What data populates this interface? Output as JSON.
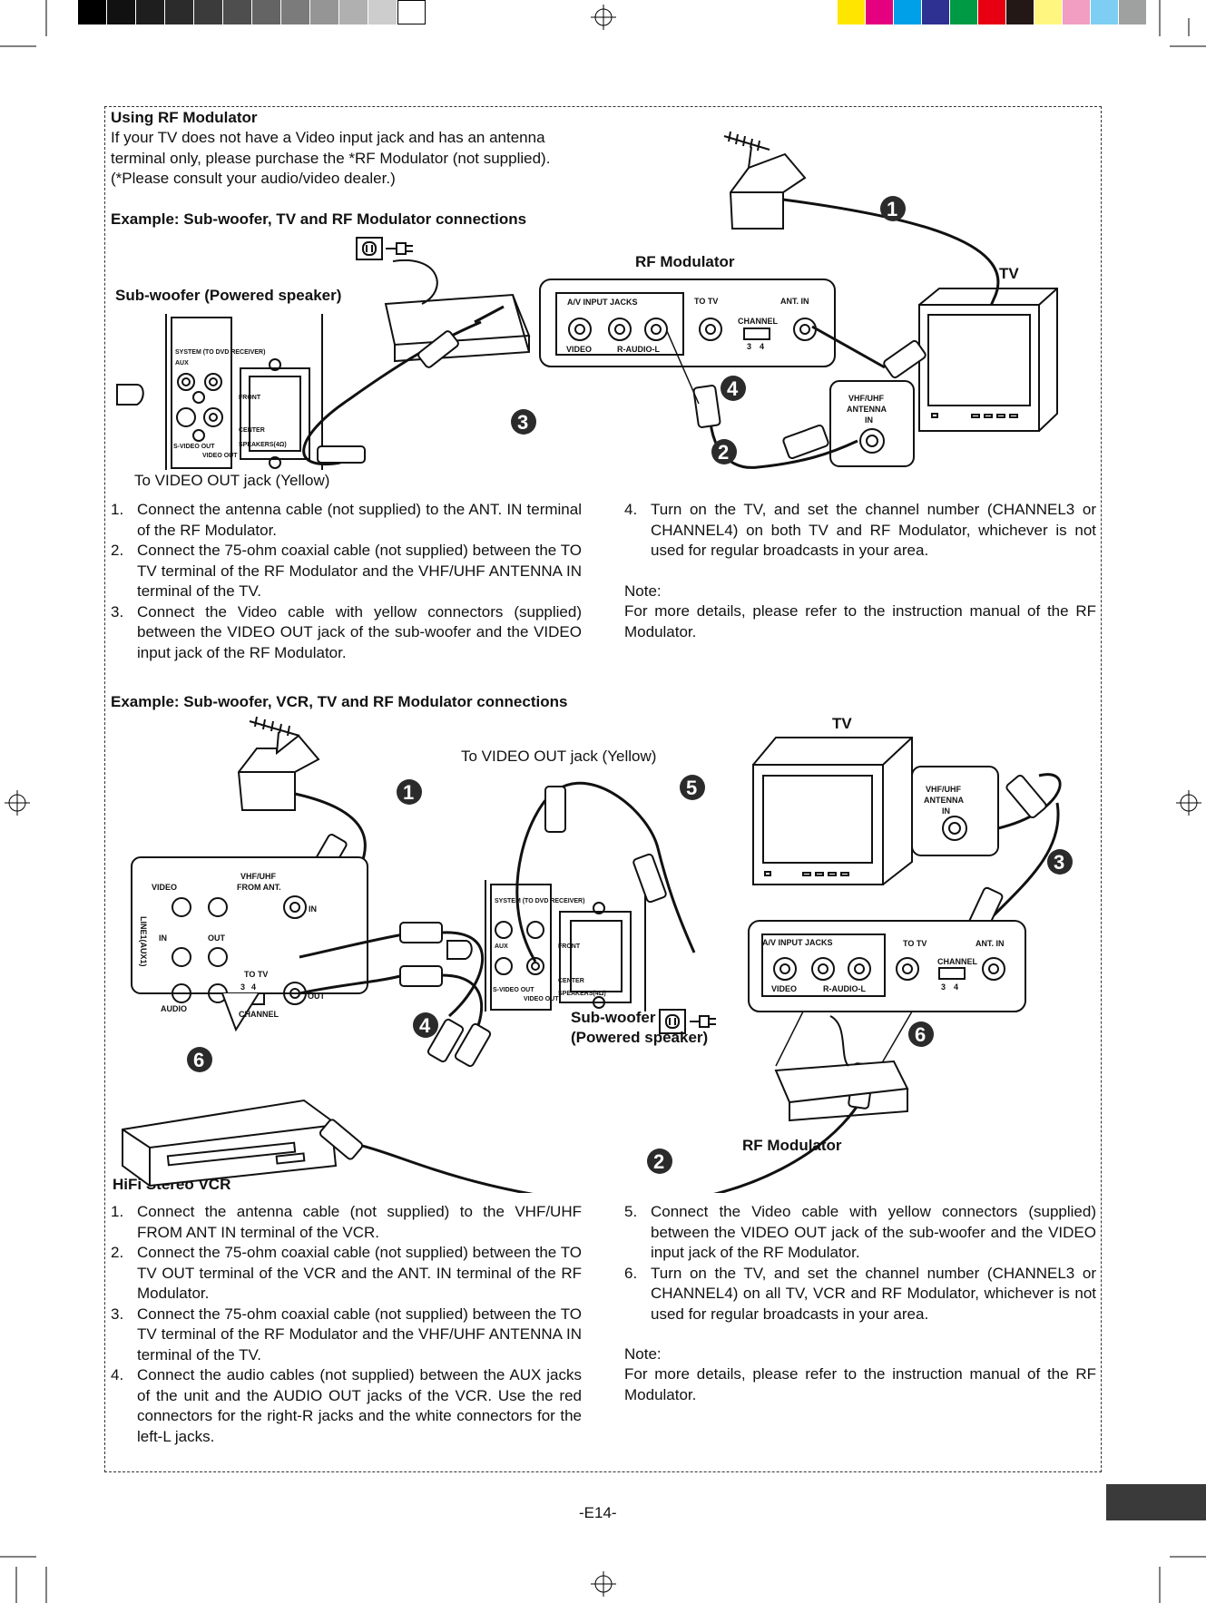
{
  "section1": {
    "title": "Using RF Modulator",
    "intro": [
      "If your TV does not have a Video input jack and has an antenna",
      "terminal only, please purchase the *RF Modulator (not supplied).",
      "(*Please consult your audio/video dealer.)"
    ],
    "example_title": "Example: Sub-woofer, TV and RF Modulator connections",
    "labels": {
      "rf_modulator": "RF Modulator",
      "tv": "TV",
      "subwoofer": "Sub-woofer (Powered speaker)",
      "video_out": "To VIDEO OUT jack (Yellow)"
    },
    "steps_left": [
      {
        "num": "1.",
        "text": "Connect the antenna cable (not supplied) to the ANT. IN terminal of the RF Modulator."
      },
      {
        "num": "2.",
        "text": "Connect the 75-ohm coaxial cable (not supplied) between the TO TV terminal of the RF Modulator and the VHF/UHF ANTENNA IN terminal of the TV."
      },
      {
        "num": "3.",
        "text": "Connect the Video cable with yellow connectors (supplied) between the VIDEO OUT jack of the sub-woofer and the VIDEO input jack of the RF Modulator."
      }
    ],
    "steps_right": [
      {
        "num": "4.",
        "text": "Turn on the TV, and set the channel number (CHANNEL3 or CHANNEL4) on both TV and RF Modulator, whichever is not used for regular broadcasts in your area."
      }
    ],
    "note_label": "Note:",
    "note_text": "For more details, please refer to the instruction manual of the RF Modulator."
  },
  "section2": {
    "example_title": "Example: Sub-woofer, VCR, TV and RF Modulator connections",
    "labels": {
      "tv": "TV",
      "video_out": "To VIDEO OUT jack (Yellow)",
      "subwoofer_line1": "Sub-woofer",
      "subwoofer_line2": "(Powered speaker)",
      "rf_modulator": "RF Modulator",
      "vcr": "HiFi Stereo VCR"
    },
    "steps_left": [
      {
        "num": "1.",
        "text": "Connect the antenna cable (not supplied) to the VHF/UHF FROM ANT IN terminal of the VCR."
      },
      {
        "num": "2.",
        "text": "Connect the 75-ohm coaxial cable (not supplied) between the TO TV OUT terminal of the VCR and the ANT. IN terminal of the RF Modulator."
      },
      {
        "num": "3.",
        "text": "Connect the 75-ohm coaxial cable (not supplied) between the TO TV terminal of the RF Modulator and the VHF/UHF ANTENNA IN terminal of the TV."
      },
      {
        "num": "4.",
        "text": "Connect the audio cables (not supplied) between the AUX jacks of the unit and the AUDIO OUT jacks of the VCR. Use the red connectors for the right-R jacks and the white connectors for the left-L jacks."
      }
    ],
    "steps_right": [
      {
        "num": "5.",
        "text": "Connect the Video cable with yellow connectors (supplied) between the VIDEO OUT jack of the sub-woofer and the VIDEO input jack of the RF Modulator."
      },
      {
        "num": "6.",
        "text": "Turn on the TV, and set the channel number (CHANNEL3 or CHANNEL4) on all TV, VCR and RF Modulator, whichever is not used for regular broadcasts in your area."
      }
    ],
    "note_label": "Note:",
    "note_text": "For more details, please refer to the instruction manual of the RF Modulator."
  },
  "panel_text": {
    "av_input_jacks": "A/V INPUT JACKS",
    "to_tv": "TO TV",
    "ant_in": "ANT. IN",
    "channel": "CHANNEL",
    "ch3": "3",
    "ch4": "4",
    "video": "VIDEO",
    "r_audio_l": "R-AUDIO-L",
    "vhf_uhf": "VHF/UHF",
    "antenna": "ANTENNA",
    "in": "IN",
    "from_ant": "FROM ANT.",
    "out": "OUT",
    "audio": "AUDIO",
    "line1": "LINE1(AUX1)",
    "system": "SYSTEM (TO DVD RECEIVER)",
    "aux": "AUX",
    "svideo_out": "S-VIDEO OUT",
    "video_out": "VIDEO OUT",
    "front": "FRONT",
    "center": "CENTER",
    "speakers": "SPEAKERS(4Ω)",
    "r": "R",
    "l": "L"
  },
  "badges": [
    "1",
    "2",
    "3",
    "4",
    "5",
    "6"
  ],
  "page_number": "-E14-",
  "colors": {
    "text": "#111111",
    "badge": "#2b2b2b",
    "gray_swatches": [
      "#000000",
      "#111111",
      "#1e1e1e",
      "#2b2b2b",
      "#3b3b3b",
      "#4e4e4e",
      "#646464",
      "#7b7b7b",
      "#959595",
      "#b0b0b0",
      "#cdcdcd",
      "#ffffff"
    ],
    "color_swatches": [
      "#ffe600",
      "#e4007f",
      "#00a0e9",
      "#2e3192",
      "#009944",
      "#e60012",
      "#231815",
      "#fff67f",
      "#f19ec2",
      "#7ecef4",
      "#9fa0a0"
    ]
  }
}
